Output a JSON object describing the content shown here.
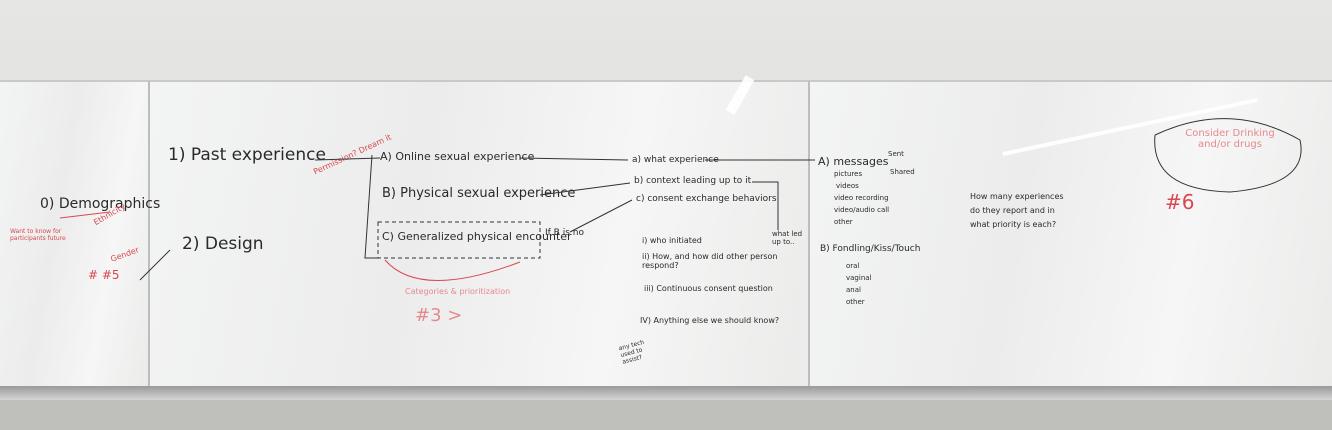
{
  "left_board": {
    "demographics": "0) Demographics",
    "ethnicity": "Ethnicity",
    "note": "Want to know for participants future",
    "gender": "Gender",
    "marker": "# #5"
  },
  "past_experience": "1) Past experience",
  "design": "2) Design",
  "items": {
    "a": "A) Online sexual experience",
    "b": "B) Physical sexual experience",
    "c": "C) Generalized physical encounter",
    "aandb": "If B is no"
  },
  "context": {
    "a": "a) what experience",
    "b": "b) context leading up to it",
    "c": "c) consent exchange behaviors",
    "i": "i) who initiated",
    "ii": "ii) How, and how did other person respond?",
    "iii": "iii) Continuous consent question",
    "iv": "IV) Anything else we should know?",
    "what_led": "what led up to..",
    "any_tech": "any tech used to assist?"
  },
  "red_notes": {
    "categories": "Categories & prioritization",
    "marker": "#3 >",
    "side_note": "Permission? Dream it"
  },
  "messages": {
    "head": "A) messages",
    "list": [
      "pictures",
      "videos",
      "video recording",
      "video/audio call",
      "other"
    ],
    "sent": "Sent",
    "shared": "Shared"
  },
  "physical": {
    "head": "B) Fondling/Kiss/Touch",
    "list": [
      "oral",
      "vaginal",
      "anal",
      "other"
    ]
  },
  "how_many": "How many experiences do they report and in what priority is each?",
  "consider": "Consider Drinking and/or drugs",
  "marker6": "#6"
}
